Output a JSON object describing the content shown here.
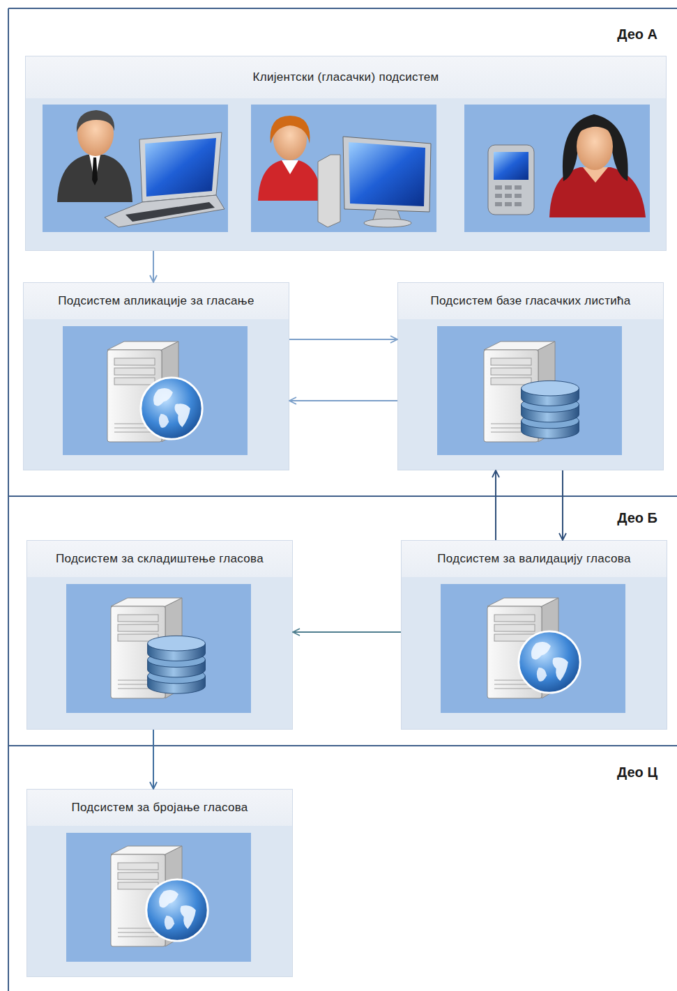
{
  "diagram": {
    "nodes": [
      {
        "text": [
          "Клијентски (гласачки) подсистем"
        ]
      },
      {
        "text": [
          "Подсистем апликације за гласање"
        ]
      },
      {
        "text": [
          "Подсистем базе гласачких листића"
        ]
      },
      {
        "text": [
          "Подсистем за складиштење гласова"
        ]
      },
      {
        "text": [
          "Подсистем за валидацију гласова"
        ]
      },
      {
        "text": [
          "Подсистем за бројање гласова"
        ]
      }
    ],
    "edges": [
      {
        "from": 0,
        "to": 1,
        "arrow": "to"
      },
      {
        "from": 1,
        "to": 2,
        "arrow": "to"
      },
      {
        "from": 2,
        "to": 1,
        "arrow": "to"
      },
      {
        "from": 4,
        "to": 2,
        "arrow": "to"
      },
      {
        "from": 2,
        "to": 4,
        "arrow": "to"
      },
      {
        "from": 4,
        "to": 3,
        "arrow": "to"
      },
      {
        "from": 3,
        "to": 5,
        "arrow": "to"
      }
    ],
    "labels": [
      "Део А",
      "Део Б",
      "Део Ц"
    ]
  }
}
